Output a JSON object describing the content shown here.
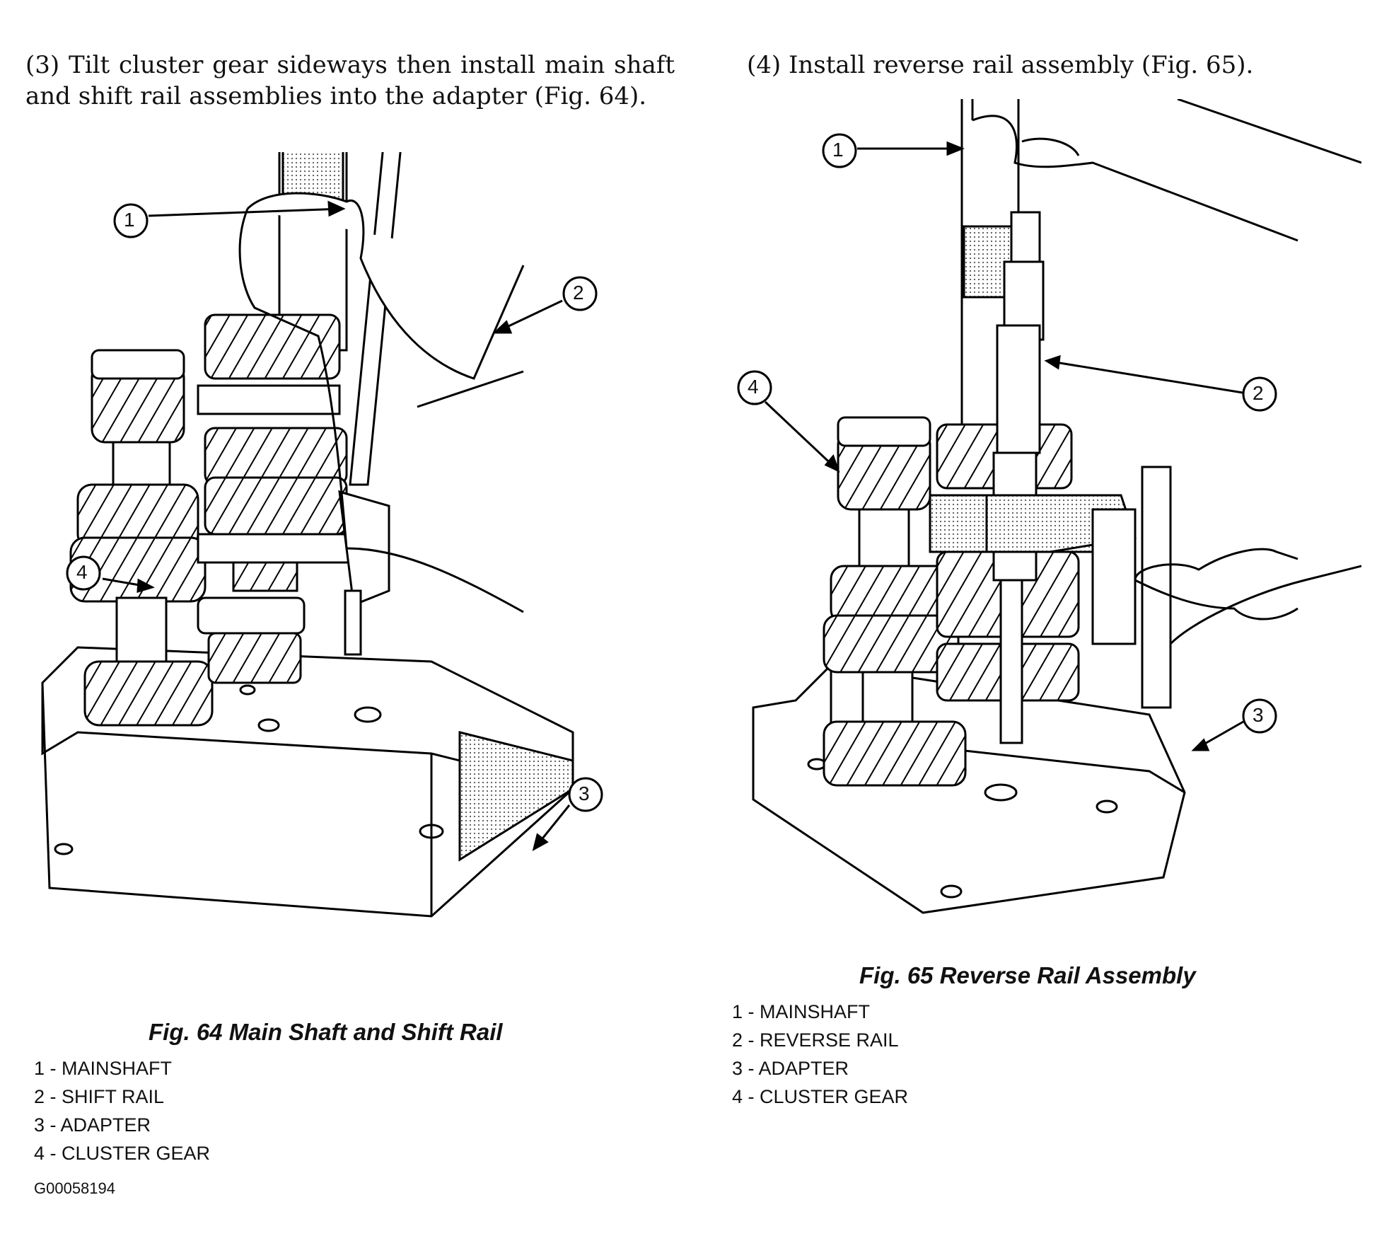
{
  "step3_text": "(3) Tilt cluster gear sideways then install main shaft and shift rail assemblies into the adapter (Fig. 64).",
  "step4_text": "(4) Install reverse rail assembly (Fig. 65).",
  "fig64": {
    "caption": "Fig. 64 Main Shaft and Shift Rail",
    "callouts": [
      "1",
      "2",
      "3",
      "4"
    ],
    "legend": [
      "1 - MAINSHAFT",
      "2 - SHIFT RAIL",
      "3 - ADAPTER",
      "4 - CLUSTER GEAR"
    ]
  },
  "fig65": {
    "caption": "Fig. 65 Reverse Rail Assembly",
    "callouts": [
      "1",
      "2",
      "3",
      "4"
    ],
    "legend": [
      "1 - MAINSHAFT",
      "2 - REVERSE RAIL",
      "3 - ADAPTER",
      "4 - CLUSTER GEAR"
    ]
  },
  "reference_code": "G00058194"
}
